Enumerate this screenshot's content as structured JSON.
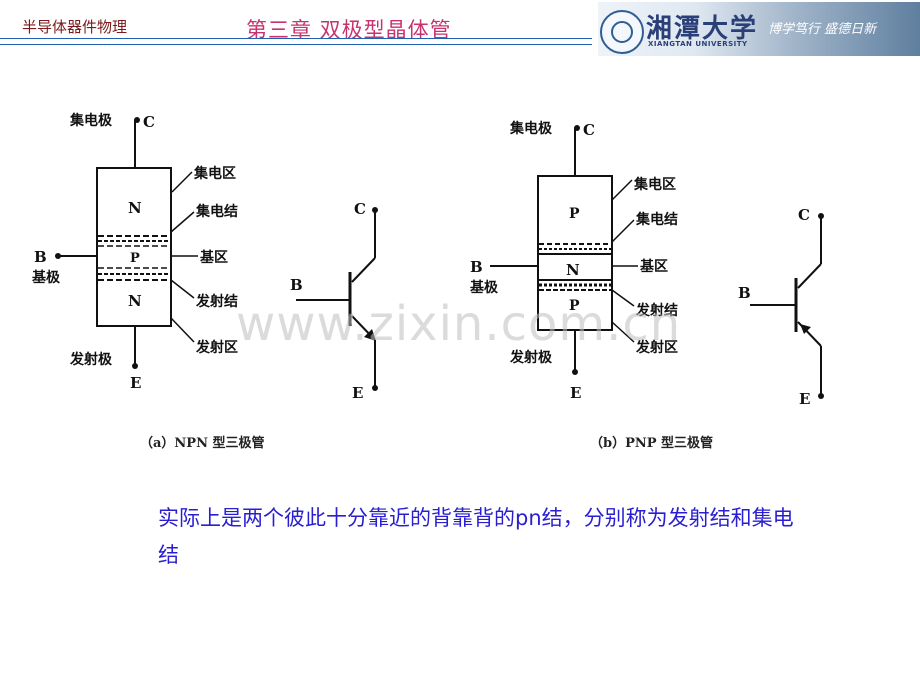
{
  "header": {
    "course": "半导体器件物理",
    "chapter": "第三章 双极型晶体管",
    "university_cn": "湘潭大学",
    "university_en": "XIANGTAN UNIVERSITY",
    "motto": "博学笃行 盛德日新"
  },
  "npn": {
    "collector_electrode": "集电极",
    "C": "C",
    "collector_region": "集电区",
    "N_top": "N",
    "collector_junction": "集电结",
    "B": "B",
    "base_electrode": "基极",
    "P": "P",
    "base_region": "基区",
    "N_bottom": "N",
    "emitter_junction": "发射结",
    "emitter_electrode": "发射极",
    "emitter_region": "发射区",
    "E": "E",
    "caption": "（a）NPN 型三极管"
  },
  "pnp": {
    "collector_electrode": "集电极",
    "C": "C",
    "collector_region": "集电区",
    "P_top": "P",
    "collector_junction": "集电结",
    "B": "B",
    "base_electrode": "基极",
    "N": "N",
    "base_region": "基区",
    "P_bottom": "P",
    "emitter_junction": "发射结",
    "emitter_electrode": "发射极",
    "emitter_region": "发射区",
    "E": "E",
    "caption": "（b）PNP 型三极管"
  },
  "symbols": {
    "npn": {
      "C": "C",
      "B": "B",
      "E": "E"
    },
    "pnp": {
      "C": "C",
      "B": "B",
      "E": "E"
    }
  },
  "watermark": "www.zixin.com.cn",
  "body_text": "实际上是两个彼此十分靠近的背靠背的pn结，分别称为发射结和集电结"
}
